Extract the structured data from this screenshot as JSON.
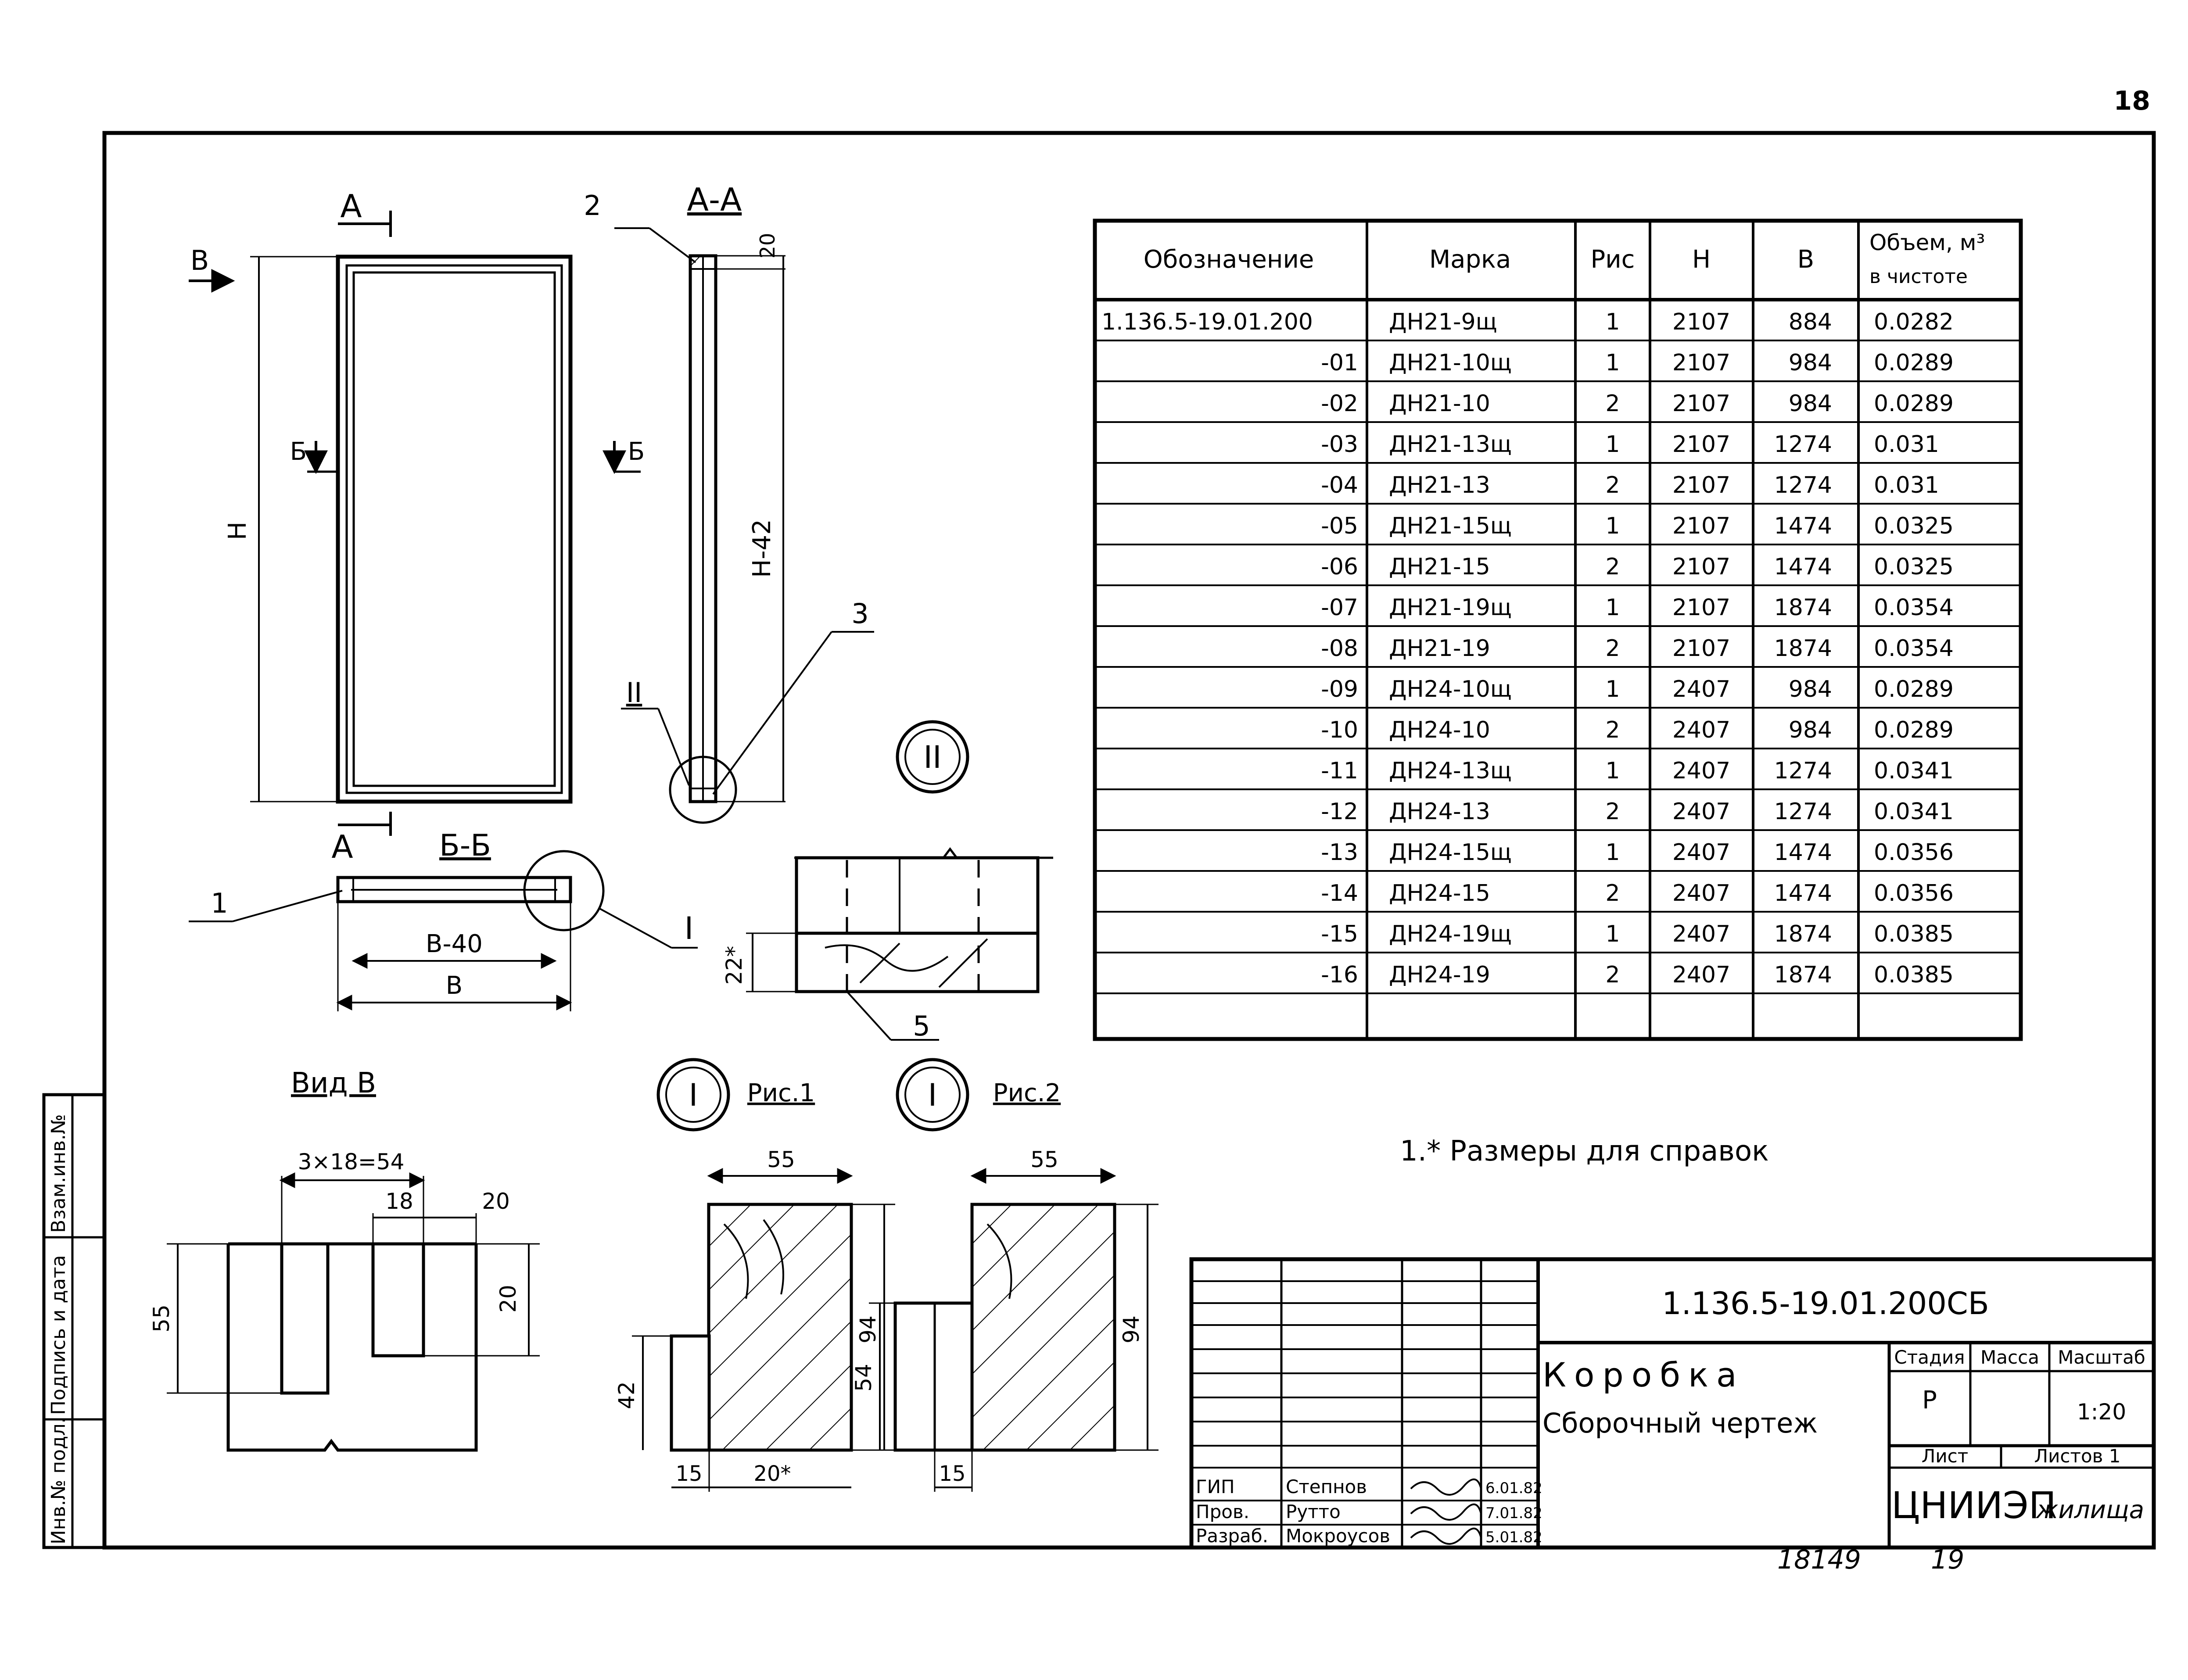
{
  "page_number": "18",
  "footer_left": "18149",
  "footer_right": "19",
  "views": {
    "view_a_label": "А",
    "view_b_label": "В",
    "section_aa_title": "А-А",
    "section_bb_marker": "Б",
    "section_bb_title": "Б-Б",
    "dim_h": "Н",
    "dim_h42": "Н-42",
    "dim_20_top": "20",
    "dim_b": "В",
    "dim_b40": "В-40",
    "callout_1": "1",
    "callout_2": "2",
    "callout_3": "3",
    "callout_5": "5",
    "roman_1": "I",
    "roman_2": "II",
    "detail_22": "22*"
  },
  "view_v": {
    "title": "Вид В",
    "dim_3x18": "3×18=54",
    "dim_18": "18",
    "dim_20a": "20",
    "dim_20b": "20",
    "dim_55": "55"
  },
  "detail_fig1": {
    "roman": "I",
    "label": "Рис.1",
    "dim_55": "55",
    "dim_94": "94",
    "dim_42": "42",
    "dim_15": "15",
    "dim_20": "20*"
  },
  "detail_fig2": {
    "roman": "I",
    "label": "Рис.2",
    "dim_55": "55",
    "dim_94": "94",
    "dim_54": "54",
    "dim_15": "15"
  },
  "spec_table": {
    "headers": [
      "Обозначение",
      "Марка",
      "Рис",
      "Н",
      "В",
      "Объем, м³",
      "в чистоте"
    ],
    "rows": [
      [
        "1.136.5-19.01.200",
        "ДН21-9щ",
        "1",
        "2107",
        "884",
        "0.0282"
      ],
      [
        "-01",
        "ДН21-10щ",
        "1",
        "2107",
        "984",
        "0.0289"
      ],
      [
        "-02",
        "ДН21-10",
        "2",
        "2107",
        "984",
        "0.0289"
      ],
      [
        "-03",
        "ДН21-13щ",
        "1",
        "2107",
        "1274",
        "0.031"
      ],
      [
        "-04",
        "ДН21-13",
        "2",
        "2107",
        "1274",
        "0.031"
      ],
      [
        "-05",
        "ДН21-15щ",
        "1",
        "2107",
        "1474",
        "0.0325"
      ],
      [
        "-06",
        "ДН21-15",
        "2",
        "2107",
        "1474",
        "0.0325"
      ],
      [
        "-07",
        "ДН21-19щ",
        "1",
        "2107",
        "1874",
        "0.0354"
      ],
      [
        "-08",
        "ДН21-19",
        "2",
        "2107",
        "1874",
        "0.0354"
      ],
      [
        "-09",
        "ДН24-10щ",
        "1",
        "2407",
        "984",
        "0.0289"
      ],
      [
        "-10",
        "ДН24-10",
        "2",
        "2407",
        "984",
        "0.0289"
      ],
      [
        "-11",
        "ДН24-13щ",
        "1",
        "2407",
        "1274",
        "0.0341"
      ],
      [
        "-12",
        "ДН24-13",
        "2",
        "2407",
        "1274",
        "0.0341"
      ],
      [
        "-13",
        "ДН24-15щ",
        "1",
        "2407",
        "1474",
        "0.0356"
      ],
      [
        "-14",
        "ДН24-15",
        "2",
        "2407",
        "1474",
        "0.0356"
      ],
      [
        "-15",
        "ДН24-19щ",
        "1",
        "2407",
        "1874",
        "0.0385"
      ],
      [
        "-16",
        "ДН24-19",
        "2",
        "2407",
        "1874",
        "0.0385"
      ]
    ]
  },
  "note": "1.* Размеры для справок",
  "title_block": {
    "designation": "1.136.5-19.01.200СБ",
    "name": "Коробка",
    "doc_type": "Сборочный чертеж",
    "col_stage": "Стадия",
    "col_mass": "Масса",
    "col_scale": "Масштаб",
    "stage": "Р",
    "scale": "1:20",
    "sheet_label": "Лист",
    "sheets_label": "Листов 1",
    "org": "ЦНИИЭП",
    "org_suffix": "жилища",
    "roles": [
      "ГИП",
      "Пров.",
      "Разраб."
    ],
    "names": [
      "Степнов",
      "Рутто",
      "Мокроусов"
    ],
    "dates": [
      "6.01.82",
      "7.01.82",
      "5.01.82"
    ]
  },
  "side_stamp": [
    "Инв.№ подл.",
    "Подпись и дата",
    "Взам.инв.№"
  ]
}
